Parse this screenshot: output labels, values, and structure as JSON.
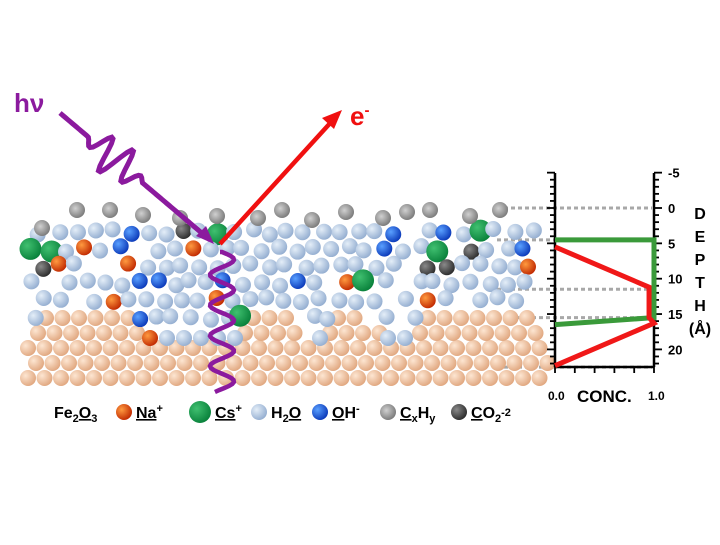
{
  "labels": {
    "photon": "hν",
    "electron": "e",
    "electron_sup": "-"
  },
  "legend": [
    {
      "key": "fe2o3",
      "parts": [
        "Fe",
        "2",
        "O",
        "3"
      ],
      "color": "#f2c8a4"
    },
    {
      "key": "na",
      "parts": [
        "Na",
        "+"
      ],
      "color": "#e8501a"
    },
    {
      "key": "cs",
      "parts": [
        "Cs",
        "+"
      ],
      "color": "#1aa050"
    },
    {
      "key": "h2o",
      "parts": [
        "H",
        "2",
        "O"
      ],
      "color": "#b9cde6"
    },
    {
      "key": "oh",
      "parts": [
        "O",
        "H",
        "-"
      ],
      "color": "#1e5fe0"
    },
    {
      "key": "cxhy",
      "parts": [
        "C",
        "x",
        "H",
        "y"
      ],
      "color": "#9a9a9a"
    },
    {
      "key": "co2",
      "parts": [
        "C",
        "O",
        "2",
        "-2"
      ],
      "color": "#555555"
    }
  ],
  "colors": {
    "photon": "#8b1a9e",
    "electron": "#f01010",
    "green_profile": "#3a9a3a",
    "red_profile": "#f01818"
  },
  "chart_data": {
    "type": "line",
    "xlabel": "CONC.",
    "ylabel_letters": [
      "D",
      "E",
      "P",
      "T",
      "H",
      "(Å)"
    ],
    "x_ticks": [
      "0.0",
      "1.0"
    ],
    "y_ticks": [
      "-5",
      "0",
      "5",
      "10",
      "15",
      "20"
    ],
    "xlim": [
      0,
      1
    ],
    "ylim": [
      -5,
      22.5
    ],
    "y_inverted": true,
    "series": [
      {
        "color": "#3a9a3a",
        "points": [
          [
            0,
            4.5
          ],
          [
            1.0,
            4.5
          ],
          [
            1.0,
            15.5
          ],
          [
            0,
            16.5
          ]
        ]
      },
      {
        "color": "#f01818",
        "points": [
          [
            0,
            5.5
          ],
          [
            0.95,
            11.2
          ],
          [
            0.95,
            15.5
          ],
          [
            1.0,
            16.3
          ],
          [
            0,
            22.3
          ]
        ]
      }
    ],
    "reference_depths": [
      0,
      4.5,
      11.5,
      15.5,
      22.5
    ]
  }
}
